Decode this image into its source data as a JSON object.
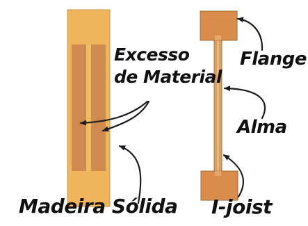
{
  "labels": {
    "excess_line1": "Excesso",
    "excess_line2": "de Material",
    "flange": "Flange",
    "web": "Alma",
    "solid_wood": "Madeira Sólida",
    "ijoist": "I-joist"
  },
  "colors": {
    "wood_light": "#efb55a",
    "wood_dark": "#cf8a50",
    "web_color": "#dba063",
    "outline": "#a77a3c",
    "text": "#111111",
    "arrow": "#1c1c1c"
  }
}
